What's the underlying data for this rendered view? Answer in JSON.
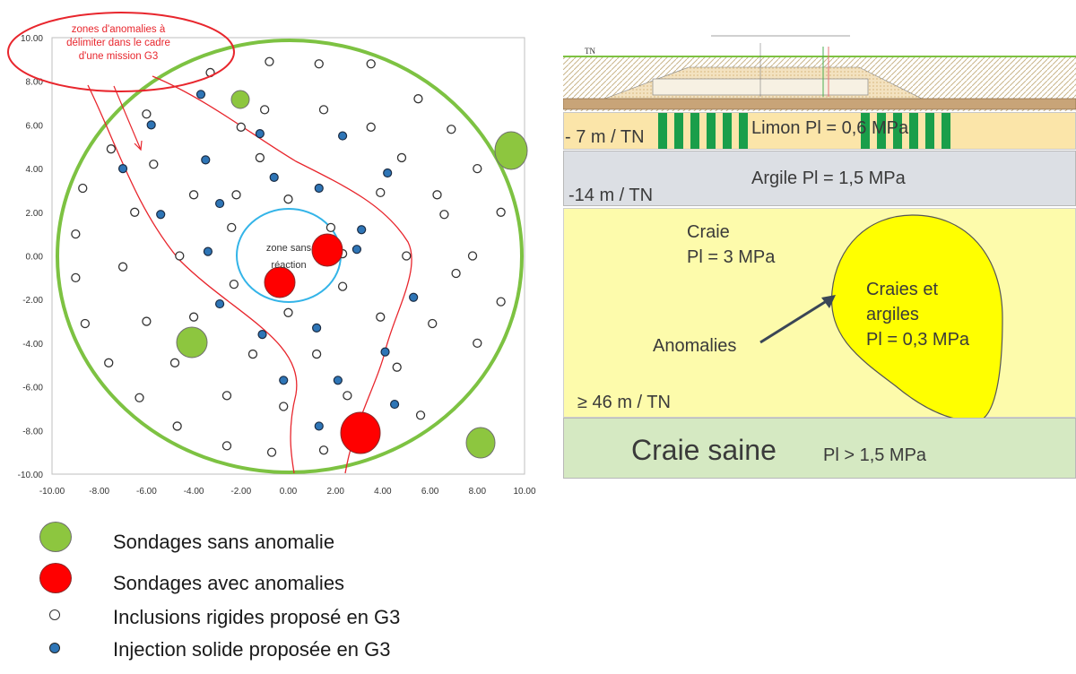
{
  "plot": {
    "chart_data": {
      "type": "scatter",
      "xlim": [
        -10,
        10
      ],
      "ylim": [
        -10,
        10
      ],
      "x_ticks": [
        "-10.00",
        "-8.00",
        "-6.00",
        "-4.00",
        "-2.00",
        "0.00",
        "2.00",
        "4.00",
        "6.00",
        "8.00",
        "10.00"
      ],
      "y_ticks": [
        "10.00",
        "8.00",
        "6.00",
        "4.00",
        "2.00",
        "0.00",
        "-2.00",
        "-4.00",
        "-6.00",
        "-8.00",
        "-10.00"
      ],
      "series": [
        {
          "name": "Inclusions rigides proposé en G3",
          "points": [
            [
              -0.8,
              8.9
            ],
            [
              1.3,
              8.8
            ],
            [
              3.5,
              8.8
            ],
            [
              -3.3,
              8.4
            ],
            [
              -1,
              6.7
            ],
            [
              1.5,
              6.7
            ],
            [
              5.5,
              7.2
            ],
            [
              -6,
              6.5
            ],
            [
              -2,
              5.9
            ],
            [
              3.5,
              5.9
            ],
            [
              6.9,
              5.8
            ],
            [
              -7.5,
              4.9
            ],
            [
              -5.7,
              4.2
            ],
            [
              -1.2,
              4.5
            ],
            [
              4.8,
              4.5
            ],
            [
              8,
              4
            ],
            [
              -8.7,
              3.1
            ],
            [
              -4,
              2.8
            ],
            [
              -2.2,
              2.8
            ],
            [
              0,
              2.6
            ],
            [
              3.9,
              2.9
            ],
            [
              6.3,
              2.8
            ],
            [
              -6.5,
              2
            ],
            [
              -2.4,
              1.3
            ],
            [
              1.8,
              1.3
            ],
            [
              6.6,
              1.9
            ],
            [
              9,
              2
            ],
            [
              -9,
              1
            ],
            [
              -4.6,
              0
            ],
            [
              2.3,
              0.1
            ],
            [
              5,
              0
            ],
            [
              7.8,
              0
            ],
            [
              -7,
              -0.5
            ],
            [
              -2.3,
              -1.3
            ],
            [
              2.3,
              -1.4
            ],
            [
              7.1,
              -0.8
            ],
            [
              -9,
              -1
            ],
            [
              -4,
              -2.8
            ],
            [
              0,
              -2.6
            ],
            [
              3.9,
              -2.8
            ],
            [
              6.1,
              -3.1
            ],
            [
              9,
              -2.1
            ],
            [
              -8.6,
              -3.1
            ],
            [
              -6,
              -3
            ],
            [
              -7.6,
              -4.9
            ],
            [
              -4.8,
              -4.9
            ],
            [
              -1.5,
              -4.5
            ],
            [
              1.2,
              -4.5
            ],
            [
              4.6,
              -5.1
            ],
            [
              8,
              -4
            ],
            [
              -6.3,
              -6.5
            ],
            [
              -2.6,
              -6.4
            ],
            [
              -0.2,
              -6.9
            ],
            [
              2.5,
              -6.4
            ],
            [
              5.6,
              -7.3
            ],
            [
              -4.7,
              -7.8
            ],
            [
              -2.6,
              -8.7
            ],
            [
              -0.7,
              -9
            ],
            [
              1.5,
              -8.9
            ]
          ]
        },
        {
          "name": "Injection solide proposée en G3",
          "points": [
            [
              -3.7,
              7.4
            ],
            [
              -5.8,
              6
            ],
            [
              -1.2,
              5.6
            ],
            [
              2.3,
              5.5
            ],
            [
              -7,
              4
            ],
            [
              -3.5,
              4.4
            ],
            [
              4.2,
              3.8
            ],
            [
              -0.6,
              3.6
            ],
            [
              1.3,
              3.1
            ],
            [
              -5.4,
              1.9
            ],
            [
              -2.9,
              2.4
            ],
            [
              3.1,
              1.2
            ],
            [
              -3.4,
              0.2
            ],
            [
              2.9,
              0.3
            ],
            [
              -2.9,
              -2.2
            ],
            [
              5.3,
              -1.9
            ],
            [
              -1.1,
              -3.6
            ],
            [
              1.2,
              -3.3
            ],
            [
              4.1,
              -4.4
            ],
            [
              -0.2,
              -5.7
            ],
            [
              2.1,
              -5.7
            ],
            [
              4.5,
              -6.8
            ],
            [
              1.3,
              -7.8
            ]
          ]
        }
      ]
    }
  },
  "annotations": {
    "red_ellipse_label": "zones d'anomalies à\ndélimiter dans le cadre\nd'une mission G3",
    "zone_label": "zone sans\nréaction"
  },
  "legend": [
    {
      "label": "Sondages sans anomalie",
      "color": "#8dc63f"
    },
    {
      "label": "Sondages avec anomalies",
      "color": "#ff0000"
    },
    {
      "label": "Inclusions rigides proposé en G3",
      "color": "#ffffff"
    },
    {
      "label": "Injection solide proposée en G3",
      "color": "#2e75b6"
    }
  ],
  "section": {
    "header_tn": "TN",
    "layers": [
      {
        "name": "Limon",
        "label": "Limon Pl = 0,6 MPa",
        "depth": "- 7 m / TN",
        "color": "#fbe5a9"
      },
      {
        "name": "Argile",
        "label": "Argile Pl = 1,5 MPa",
        "depth": "-14 m / TN",
        "color": "#dcdfe4"
      },
      {
        "name": "Craie",
        "label_1": "Craie",
        "label_2": "Pl = 3 MPa",
        "depth": "≥ 46 m / TN",
        "color": "#fdfbab"
      },
      {
        "name": "Craie saine",
        "label_big": "Craie saine",
        "label_small": "Pl > 1,5 MPa",
        "color": "#d5e9c2"
      }
    ],
    "anomaly_label_1": "Craies et",
    "anomaly_label_2": "argiles",
    "anomaly_label_3": "Pl = 0,3 MPa",
    "anomaly_color": "#ffff00",
    "arrow_label": "Anomalies"
  },
  "colors": {
    "green_circle": "#7dc242",
    "red_ellipse": "#e8262d",
    "blue_circle": "#33b4e8"
  }
}
